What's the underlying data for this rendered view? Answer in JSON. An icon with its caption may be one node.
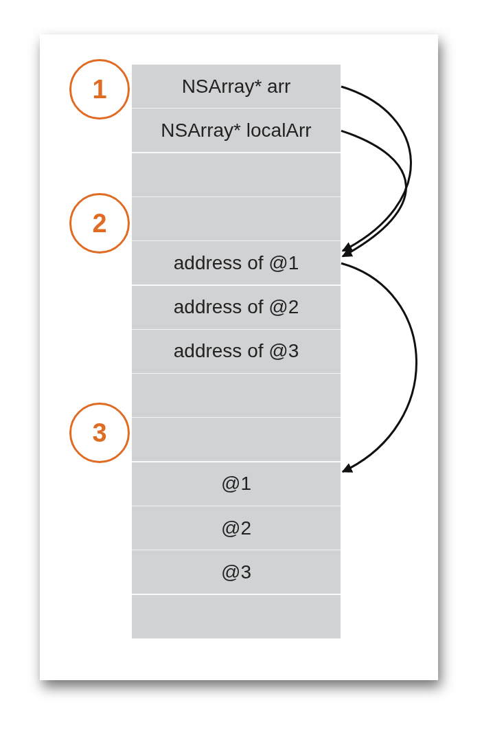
{
  "diagram": {
    "nodes": [
      {
        "text": [
          "1"
        ]
      },
      {
        "text": [
          "NSArray* arr"
        ]
      },
      {
        "text": [
          "NSArray* localArr"
        ]
      },
      {
        "text": [],
        "shape": "box"
      },
      {
        "text": [
          "2"
        ]
      },
      {
        "text": [],
        "shape": "box"
      },
      {
        "text": [
          "address of @1"
        ]
      },
      {
        "text": [
          "address of @2"
        ]
      },
      {
        "text": [
          "address of @3"
        ]
      },
      {
        "text": [],
        "shape": "box"
      },
      {
        "text": [
          "3"
        ]
      },
      {
        "text": [],
        "shape": "box"
      },
      {
        "text": [
          "@1"
        ]
      },
      {
        "text": [
          "@2"
        ]
      },
      {
        "text": [
          "@3"
        ]
      },
      {
        "text": [],
        "shape": "box"
      }
    ],
    "edges": [
      {
        "from": 1,
        "to": 6,
        "arrow": "to"
      },
      {
        "from": 2,
        "to": 6,
        "arrow": "to"
      },
      {
        "from": 6,
        "to": 12,
        "arrow": "to"
      }
    ]
  }
}
